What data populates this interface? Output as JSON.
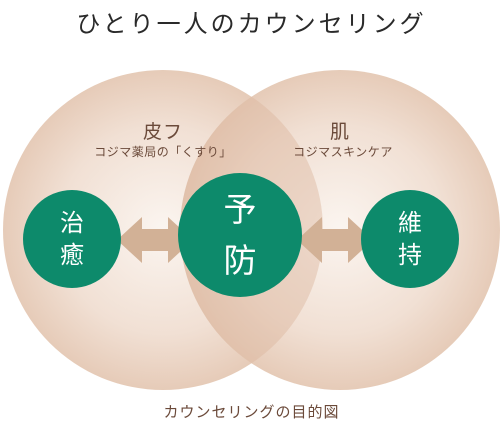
{
  "title": "ひとり一人のカウンセリング",
  "left_circle": {
    "label": "皮フ",
    "sublabel": "コジマ薬局の「くすり」"
  },
  "right_circle": {
    "label": "肌",
    "sublabel": "コジマスキンケア"
  },
  "nodes": {
    "left": [
      "治",
      "癒"
    ],
    "center": [
      "予",
      "防"
    ],
    "right": [
      "維",
      "持"
    ]
  },
  "caption": "カウンセリングの目的図",
  "colors": {
    "node_green": "#0d8a6b",
    "circle_outer": "#e9d2c1",
    "circle_inner": "#f7eee7",
    "overlap": "#e2bfa9",
    "arrow": "#d2b196",
    "text_brown": "#6b4a3a"
  }
}
